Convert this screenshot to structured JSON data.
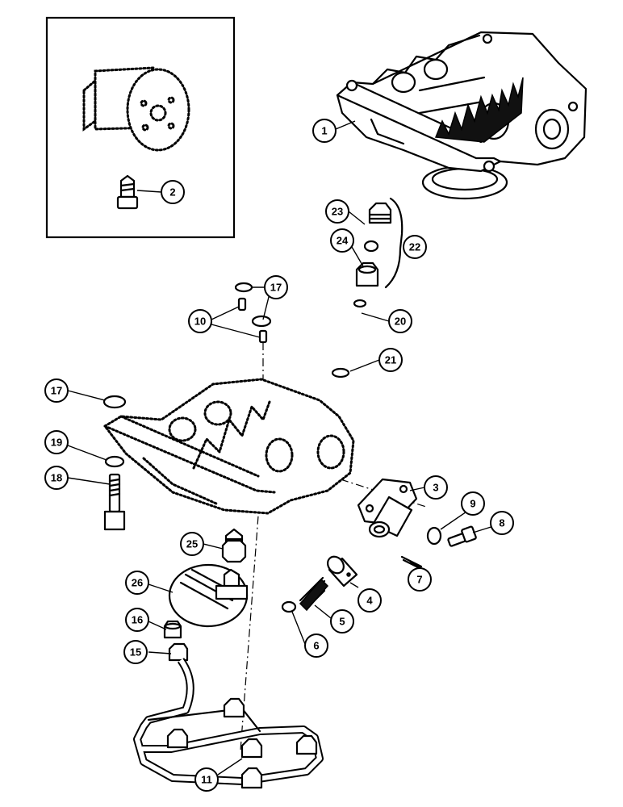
{
  "callouts": [
    {
      "label": "1"
    },
    {
      "label": "2"
    },
    {
      "label": "23"
    },
    {
      "label": "22"
    },
    {
      "label": "24"
    },
    {
      "label": "17"
    },
    {
      "label": "10"
    },
    {
      "label": "20"
    },
    {
      "label": "21"
    },
    {
      "label": "17"
    },
    {
      "label": "19"
    },
    {
      "label": "18"
    },
    {
      "label": "3"
    },
    {
      "label": "9"
    },
    {
      "label": "8"
    },
    {
      "label": "25"
    },
    {
      "label": "26"
    },
    {
      "label": "7"
    },
    {
      "label": "4"
    },
    {
      "label": "5"
    },
    {
      "label": "16"
    },
    {
      "label": "6"
    },
    {
      "label": "15"
    },
    {
      "label": "11"
    }
  ]
}
